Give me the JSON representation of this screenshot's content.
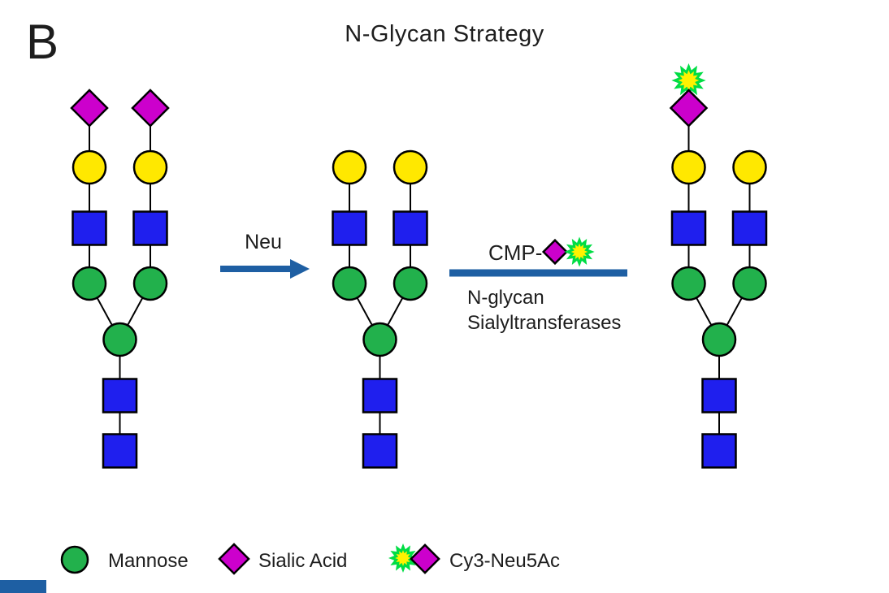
{
  "panel_label": "B",
  "title": "N-Glycan Strategy",
  "colors": {
    "mannose_green": "#22b14c",
    "galactose_yellow": "#ffe800",
    "glcnac_blue": "#1f1fee",
    "sialic_magenta": "#cc00cc",
    "cy3_star_yellow": "#fff200",
    "cy3_star_green": "#00dd44",
    "arrow_blue": "#1e5fa3",
    "outline_black": "#000000"
  },
  "reaction1": {
    "label": "Neu"
  },
  "reaction2": {
    "substrate_label": "CMP-",
    "substrate_icons": [
      "sialic-acid-diamond-icon",
      "cy3-star-icon"
    ],
    "enzyme_line1": "N-glycan",
    "enzyme_line2": "Sialyltransferases"
  },
  "glycans": [
    {
      "branches": [
        [
          "sialic_acid",
          "galactose",
          "glcnac",
          "mannose"
        ],
        [
          "sialic_acid",
          "galactose",
          "glcnac",
          "mannose"
        ]
      ],
      "core": [
        "mannose",
        "glcnac",
        "glcnac"
      ]
    },
    {
      "branches": [
        [
          "galactose",
          "glcnac",
          "mannose"
        ],
        [
          "galactose",
          "glcnac",
          "mannose"
        ]
      ],
      "core": [
        "mannose",
        "glcnac",
        "glcnac"
      ]
    },
    {
      "branches": [
        [
          "cy3_label",
          "sialic_acid",
          "galactose",
          "glcnac",
          "mannose"
        ],
        [
          "galactose",
          "glcnac",
          "mannose"
        ]
      ],
      "core": [
        "mannose",
        "glcnac",
        "glcnac"
      ]
    }
  ],
  "legend": {
    "items": [
      {
        "icon": "mannose-circle-icon",
        "label": "Mannose"
      },
      {
        "icon": "sialic-acid-diamond-icon",
        "label": "Sialic Acid"
      },
      {
        "icon": "cy3-neu5ac-icon",
        "label": "Cy3-Neu5Ac"
      }
    ]
  }
}
